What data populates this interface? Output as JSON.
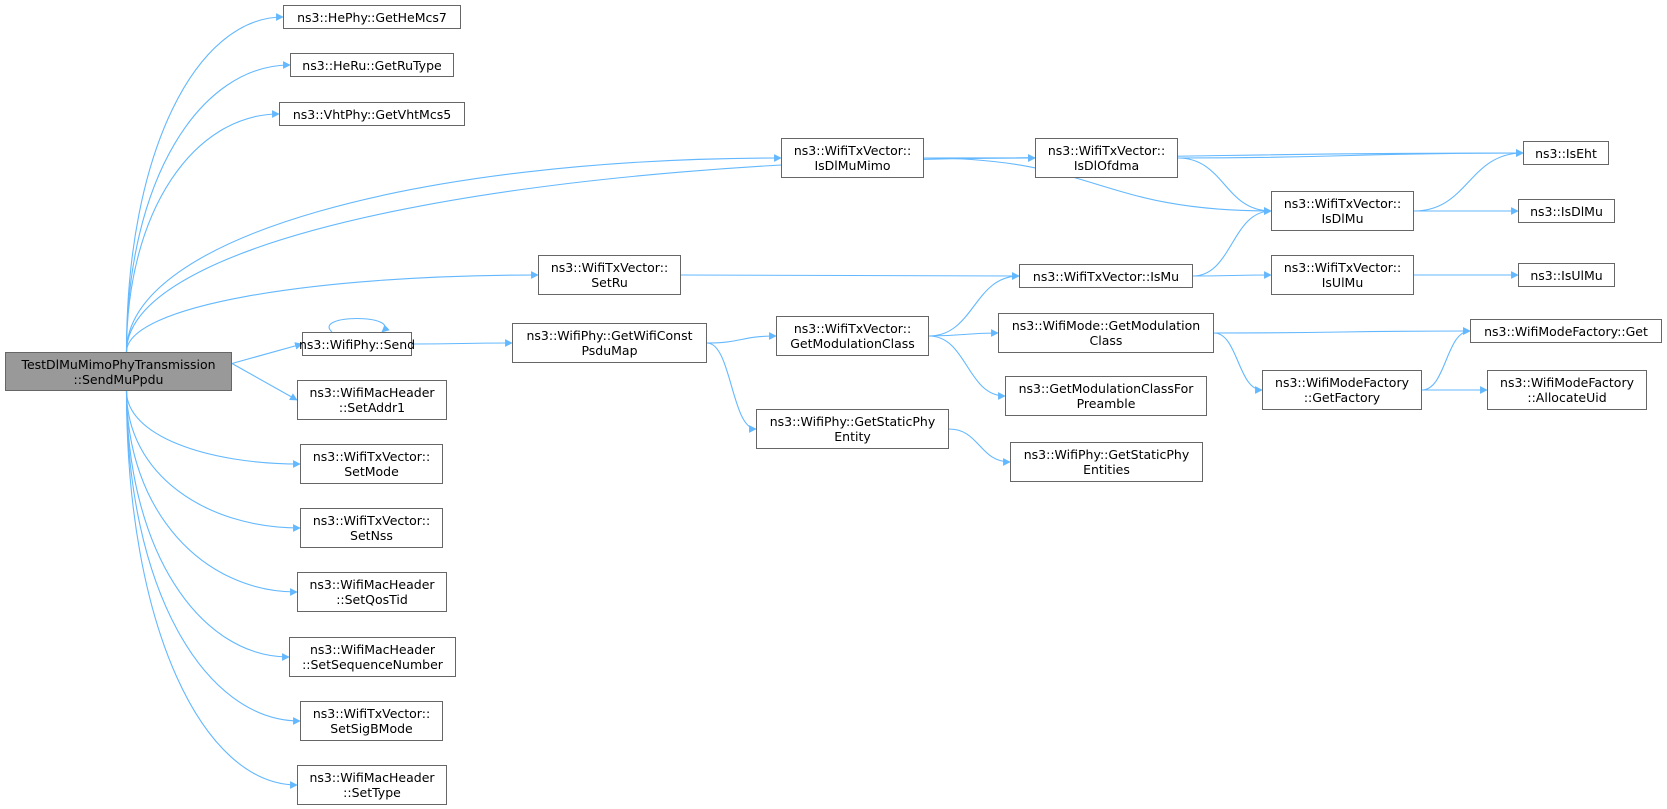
{
  "diagram": {
    "title": "",
    "colors": {
      "edge": "#63b8ff",
      "node_border": "#666666",
      "root_fill": "#999999",
      "node_fill": "#ffffff"
    },
    "nodes": {
      "root": {
        "lines": [
          "TestDlMuMimoPhyTransmission",
          "::SendMuPpdu"
        ]
      },
      "getHeMcs7": {
        "lines": [
          "ns3::HePhy::GetHeMcs7"
        ]
      },
      "getRuType": {
        "lines": [
          "ns3::HeRu::GetRuType"
        ]
      },
      "getVhtMcs5": {
        "lines": [
          "ns3::VhtPhy::GetVhtMcs5"
        ]
      },
      "isDlMuMimo": {
        "lines": [
          "ns3::WifiTxVector::",
          "IsDlMuMimo"
        ]
      },
      "isDlOfdma": {
        "lines": [
          "ns3::WifiTxVector::",
          "IsDlOfdma"
        ]
      },
      "isEht": {
        "lines": [
          "ns3::IsEht"
        ]
      },
      "txvIsDlMu": {
        "lines": [
          "ns3::WifiTxVector::",
          "IsDlMu"
        ]
      },
      "isDlMu": {
        "lines": [
          "ns3::IsDlMu"
        ]
      },
      "setRu": {
        "lines": [
          "ns3::WifiTxVector::",
          "SetRu"
        ]
      },
      "isMu": {
        "lines": [
          "ns3::WifiTxVector::IsMu"
        ]
      },
      "txvIsUlMu": {
        "lines": [
          "ns3::WifiTxVector::",
          "IsUlMu"
        ]
      },
      "isUlMu": {
        "lines": [
          "ns3::IsUlMu"
        ]
      },
      "send": {
        "lines": [
          "ns3::WifiPhy::Send"
        ]
      },
      "getWifiConst": {
        "lines": [
          "ns3::WifiPhy::GetWifiConst",
          "PsduMap"
        ]
      },
      "txvGetModClass": {
        "lines": [
          "ns3::WifiTxVector::",
          "GetModulationClass"
        ]
      },
      "modeGetModClass": {
        "lines": [
          "ns3::WifiMode::GetModulation",
          "Class"
        ]
      },
      "factoryGet": {
        "lines": [
          "ns3::WifiModeFactory::Get"
        ]
      },
      "getFactory": {
        "lines": [
          "ns3::WifiModeFactory",
          "::GetFactory"
        ]
      },
      "allocateUid": {
        "lines": [
          "ns3::WifiModeFactory",
          "::AllocateUid"
        ]
      },
      "getModClassPre": {
        "lines": [
          "ns3::GetModulationClassFor",
          "Preamble"
        ]
      },
      "getStaticPhyEntity": {
        "lines": [
          "ns3::WifiPhy::GetStaticPhy",
          "Entity"
        ]
      },
      "getStaticPhyEntities": {
        "lines": [
          "ns3::WifiPhy::GetStaticPhy",
          "Entities"
        ]
      },
      "setAddr1": {
        "lines": [
          "ns3::WifiMacHeader",
          "::SetAddr1"
        ]
      },
      "setMode": {
        "lines": [
          "ns3::WifiTxVector::",
          "SetMode"
        ]
      },
      "setNss": {
        "lines": [
          "ns3::WifiTxVector::",
          "SetNss"
        ]
      },
      "setQosTid": {
        "lines": [
          "ns3::WifiMacHeader",
          "::SetQosTid"
        ]
      },
      "setSeqNum": {
        "lines": [
          "ns3::WifiMacHeader",
          "::SetSequenceNumber"
        ]
      },
      "setSigBMode": {
        "lines": [
          "ns3::WifiTxVector::",
          "SetSigBMode"
        ]
      },
      "setType": {
        "lines": [
          "ns3::WifiMacHeader",
          "::SetType"
        ]
      }
    },
    "edges": [
      [
        "root",
        "getHeMcs7"
      ],
      [
        "root",
        "getRuType"
      ],
      [
        "root",
        "getVhtMcs5"
      ],
      [
        "root",
        "isDlMuMimo"
      ],
      [
        "root",
        "isDlOfdma"
      ],
      [
        "root",
        "setRu"
      ],
      [
        "root",
        "send"
      ],
      [
        "root",
        "setAddr1"
      ],
      [
        "root",
        "setMode"
      ],
      [
        "root",
        "setNss"
      ],
      [
        "root",
        "setQosTid"
      ],
      [
        "root",
        "setSeqNum"
      ],
      [
        "root",
        "setSigBMode"
      ],
      [
        "root",
        "setType"
      ],
      [
        "isDlMuMimo",
        "isEht"
      ],
      [
        "isDlMuMimo",
        "isDlOfdma"
      ],
      [
        "isDlMuMimo",
        "txvIsDlMu"
      ],
      [
        "isDlOfdma",
        "isEht"
      ],
      [
        "isDlOfdma",
        "txvIsDlMu"
      ],
      [
        "txvIsDlMu",
        "isEht"
      ],
      [
        "txvIsDlMu",
        "isDlMu"
      ],
      [
        "setRu",
        "isMu"
      ],
      [
        "isMu",
        "txvIsDlMu"
      ],
      [
        "isMu",
        "txvIsUlMu"
      ],
      [
        "txvIsUlMu",
        "isUlMu"
      ],
      [
        "send",
        "send"
      ],
      [
        "send",
        "getWifiConst"
      ],
      [
        "getWifiConst",
        "txvGetModClass"
      ],
      [
        "getWifiConst",
        "getStaticPhyEntity"
      ],
      [
        "txvGetModClass",
        "isMu"
      ],
      [
        "txvGetModClass",
        "modeGetModClass"
      ],
      [
        "txvGetModClass",
        "getModClassPre"
      ],
      [
        "modeGetModClass",
        "factoryGet"
      ],
      [
        "modeGetModClass",
        "getFactory"
      ],
      [
        "getFactory",
        "factoryGet"
      ],
      [
        "getFactory",
        "allocateUid"
      ],
      [
        "getStaticPhyEntity",
        "getStaticPhyEntities"
      ]
    ]
  }
}
